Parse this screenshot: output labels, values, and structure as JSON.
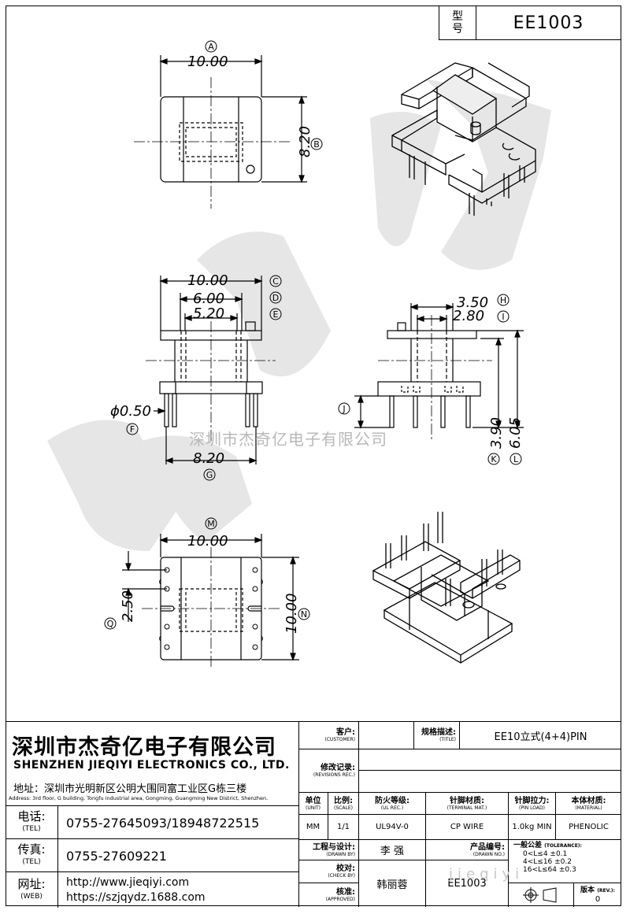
{
  "model": {
    "label_1": "型",
    "label_2": "号",
    "value": "EE1003"
  },
  "dims": {
    "A": "10.00",
    "B": "8.20",
    "C": "10.00",
    "D": "6.00",
    "E": "5.20",
    "F": "ϕ0.50",
    "G": "8.20",
    "H": "3.50",
    "I": "2.80",
    "J": "",
    "K": "3.90",
    "L": "6.05",
    "M": "10.00",
    "N": "10.00",
    "Q": "2.50"
  },
  "markers": [
    "A",
    "B",
    "C",
    "D",
    "E",
    "F",
    "G",
    "H",
    "I",
    "J",
    "K",
    "L",
    "M",
    "N",
    "Q"
  ],
  "watermark": {
    "text": "深圳市杰奇亿电子有限公司",
    "web": "jieqiyi"
  },
  "company": {
    "name_cn": "深圳市杰奇亿电子有限公司",
    "name_en": "SHENZHEN JIEQIYI ELECTRONICS CO., LTD.",
    "address_cn": "地址：深圳市光明新区公明大围同富工业区G栋三楼",
    "address_en": "Address: 3rd floor, G building, Tongfu industrial area, Gongming, Guangming New District, Shenzhen.",
    "tel_label": "电话:",
    "tel_sub": "(TEL)",
    "tel": "0755-27645093/18948722515",
    "fax_label": "传真:",
    "fax_sub": "(TEL)",
    "fax": "0755-27609221",
    "web_label": "网址:",
    "web_sub": "(WEB)",
    "web_1": "http://www.jieqiyi.com",
    "web_2": "https://szjqydz.1688.com"
  },
  "titleblock": {
    "customer_label": "客户:",
    "customer_sub": "(CUSTOMER)",
    "title_label": "规格描述:",
    "title_sub": "(TITLE)",
    "title_value": "EE10立式(4+4)PIN",
    "rev_label": "修改记录:",
    "rev_sub": "(REVISIONS REC.)",
    "unit_label": "单位",
    "unit_sub": "(UNIT)",
    "unit_value": "MM",
    "scale_label": "比例:",
    "scale_sub": "(SCALE)",
    "scale_value": "1/1",
    "ul_label": "防火等级:",
    "ul_sub": "(UL REC.)",
    "ul_value": "UL94V-0",
    "pin_mat_label": "针脚材质:",
    "pin_mat_sub": "(TERMINAL MAT.)",
    "pin_mat_value": "CP WIRE",
    "pin_load_label": "针脚拉力:",
    "pin_load_sub": "(PIN LOAD)",
    "pin_load_value": "1.0kg MIN",
    "material_label": "本体材质:",
    "material_sub": "(MATERIAL)",
    "material_value": "PHENOLIC",
    "drawn_label": "工程与设计:",
    "drawn_sub": "(DRAWN BY)",
    "drawn_value": "李 强",
    "dwgno_label": "产品编号:",
    "dwgno_sub": "(DRAWN NO.)",
    "dwgno_value": "EE1003",
    "check_label": "校对:",
    "check_sub": "(CHECK BY)",
    "check_value": "韩丽蓉",
    "approved_label": "核准:",
    "approved_sub": "(APPROVED)",
    "tolerance_label": "一般公差",
    "tolerance_sub": "(TOLERANCE):",
    "tol_1": "0<L≤4   ±0.1",
    "tol_2": "4<L≤16   ±0.2",
    "tol_3": "16<L≤64   ±0.3",
    "version_label": "版本",
    "version_sub": "(REV.):",
    "version_value": "0"
  }
}
